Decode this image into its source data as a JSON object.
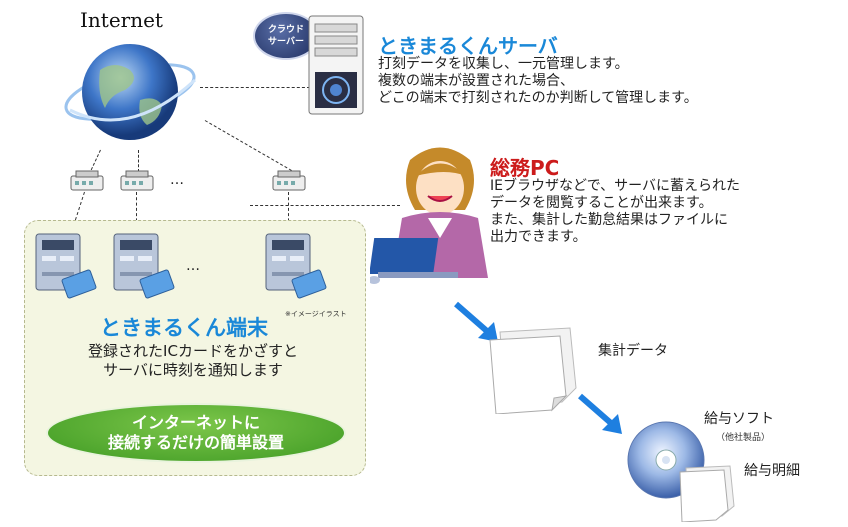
{
  "internet": {
    "label": "Internet"
  },
  "server": {
    "badge": "クラウド\nサーバー",
    "title": "ときまるくんサーバ",
    "description": "打刻データを収集し、一元管理します。\n複数の端末が設置された場合、\nどこの端末で打刻されたのか判断して管理します。"
  },
  "pc": {
    "title": "総務PC",
    "description": "IEブラウザなどで、サーバに蓄えられた\nデータを閲覧することが出来ます。\nまた、集計した勤怠結果はファイルに\n出力できます。"
  },
  "terminal": {
    "title": "ときまるくん端末",
    "description": "登録されたICカードをかざすと\nサーバに時刻を通知します",
    "badge": "インターネットに\n接続するだけの簡単設置",
    "image_note": "※イメージイラスト",
    "ellipsis": "…"
  },
  "hubs": {
    "ellipsis": "…"
  },
  "outputs": {
    "summary": "集計データ",
    "payroll_software": "給与ソフト",
    "payroll_software_sub": "（他社製品）",
    "pay_slip": "給与明細"
  },
  "colors": {
    "accent_blue": "#1a88d8",
    "accent_red": "#cc1b1b",
    "badge_green": "#4caf2b",
    "arrow_blue": "#1e7fe0"
  }
}
